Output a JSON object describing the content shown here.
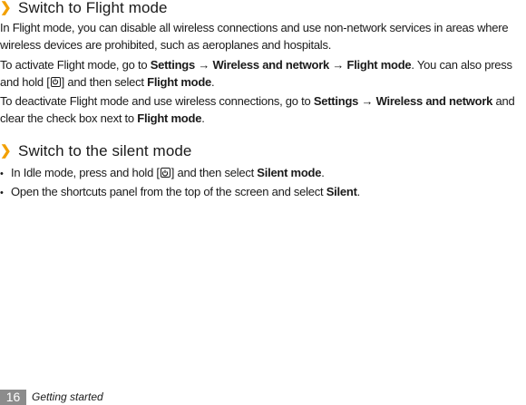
{
  "sections": [
    {
      "heading": "Switch to Flight mode",
      "paragraphs": [
        {
          "segments": [
            {
              "t": "In Flight mode, you can disable all wireless connections and use non-network services in areas where wireless devices are prohibited, such as aeroplanes and hospitals."
            }
          ]
        },
        {
          "segments": [
            {
              "t": "To activate Flight mode, go to "
            },
            {
              "t": "Settings",
              "b": true
            },
            {
              "t": " → "
            },
            {
              "t": "Wireless and network",
              "b": true
            },
            {
              "t": " → "
            },
            {
              "t": "Flight mode",
              "b": true
            },
            {
              "t": ". You can also press and hold ["
            },
            {
              "icon": "power-key-icon"
            },
            {
              "t": "] and then select "
            },
            {
              "t": "Flight mode",
              "b": true
            },
            {
              "t": "."
            }
          ]
        },
        {
          "segments": [
            {
              "t": "To deactivate Flight mode and use wireless connections, go to "
            },
            {
              "t": "Settings",
              "b": true
            },
            {
              "t": " → "
            },
            {
              "t": "Wireless and network",
              "b": true
            },
            {
              "t": " and clear the check box next to "
            },
            {
              "t": "Flight mode",
              "b": true
            },
            {
              "t": "."
            }
          ]
        }
      ]
    },
    {
      "heading": "Switch to the silent mode",
      "bullets": [
        {
          "segments": [
            {
              "t": "In Idle mode, press and hold ["
            },
            {
              "icon": "power-key-icon"
            },
            {
              "t": "] and then select "
            },
            {
              "t": "Silent mode",
              "b": true
            },
            {
              "t": "."
            }
          ]
        },
        {
          "segments": [
            {
              "t": "Open the shortcuts panel from the top of the screen and select "
            },
            {
              "t": "Silent",
              "b": true
            },
            {
              "t": "."
            }
          ]
        }
      ]
    }
  ],
  "heading_marker": "❯",
  "bullet_marker": "•",
  "footer": {
    "page_number": "16",
    "section_name": "Getting started"
  },
  "colors": {
    "heading_marker": "#f2a000",
    "page_number_bg": "#8c8c8c",
    "text": "#1a1a1a"
  }
}
